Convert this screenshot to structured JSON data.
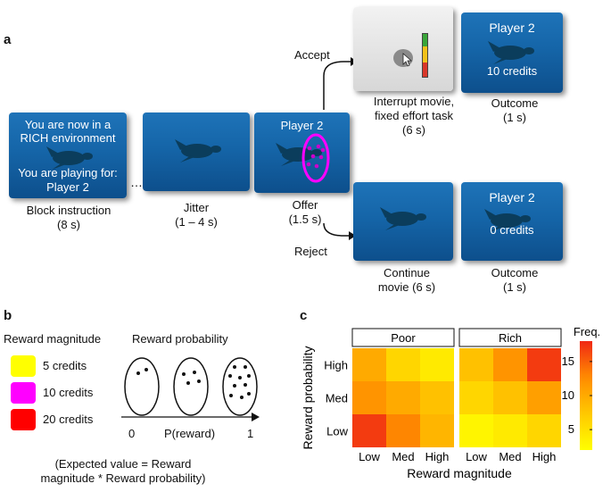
{
  "panel_a": {
    "letter": "a",
    "block_screen_line1": "You are now in a",
    "block_screen_line2": "RICH environment",
    "block_screen_line3": "You are playing for:",
    "block_screen_line4": "Player 2",
    "block_caption_1": "Block instruction",
    "block_caption_2": "(8 s)",
    "ellipsis": "…",
    "jitter_caption_1": "Jitter",
    "jitter_caption_2": "(1 – 4 s)",
    "offer_screen_title": "Player 2",
    "offer_caption_1": "Offer",
    "offer_caption_2": "(1.5 s)",
    "accept_label": "Accept",
    "reject_label": "Reject",
    "effort_caption_1": "Interrupt movie,",
    "effort_caption_2": "fixed effort task",
    "effort_caption_3": "(6 s)",
    "outcome_top_title": "Player 2",
    "outcome_top_credits": "10 credits",
    "outcome_top_caption_1": "Outcome",
    "outcome_top_caption_2": "(1 s)",
    "continue_caption_1": "Continue",
    "continue_caption_2": "movie (6 s)",
    "outcome_bottom_title": "Player 2",
    "outcome_bottom_credits": "0 credits",
    "outcome_bottom_caption_1": "Outcome",
    "outcome_bottom_caption_2": "(1 s)"
  },
  "panel_b": {
    "letter": "b",
    "magnitude_heading": "Reward magnitude",
    "probability_heading": "Reward probability",
    "magnitude_items": [
      {
        "label": "5 credits",
        "color": "#ffff00"
      },
      {
        "label": "10 credits",
        "color": "#ff00ff"
      },
      {
        "label": "20 credits",
        "color": "#ff0000"
      }
    ],
    "probability_dot_counts": [
      2,
      4,
      10
    ],
    "axis_start": "0",
    "axis_mid": "P(reward)",
    "axis_end": "1",
    "note_line1": "(Expected value = Reward",
    "note_line2": "magnitude * Reward probability)"
  },
  "panel_c": {
    "letter": "c"
  },
  "chart_data": {
    "type": "heatmap",
    "facets": [
      "Poor",
      "Rich"
    ],
    "x_categories": [
      "Low",
      "Med",
      "High"
    ],
    "y_categories": [
      "High",
      "Med",
      "Low"
    ],
    "xlabel": "Reward magnitude",
    "ylabel": "Reward probability",
    "colorbar_label": "Freq.",
    "colorbar_ticks": [
      5,
      10,
      15
    ],
    "value_range": [
      2,
      18
    ],
    "values": {
      "Poor": [
        [
          10,
          6,
          4
        ],
        [
          12,
          10,
          8
        ],
        [
          17,
          13,
          9
        ]
      ],
      "Rich": [
        [
          8,
          12,
          17
        ],
        [
          6,
          8,
          11
        ],
        [
          3,
          4,
          6
        ]
      ]
    }
  }
}
